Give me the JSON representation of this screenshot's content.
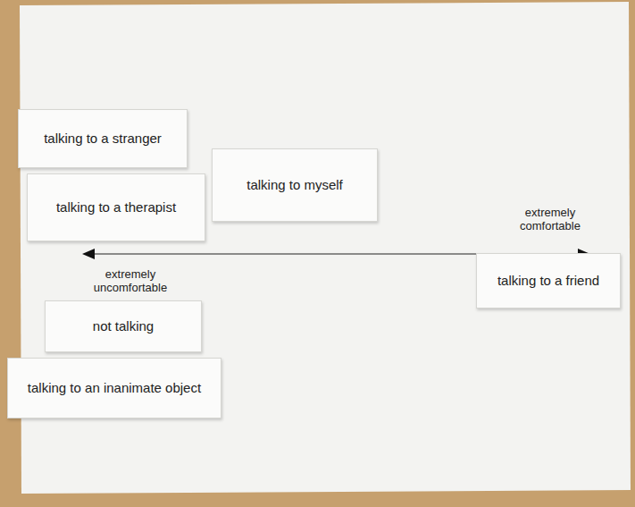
{
  "diagram": {
    "nodes": [
      {
        "text": [
          "talking to a stranger"
        ]
      },
      {
        "text": [
          "talking to myself"
        ]
      },
      {
        "text": [
          "talking to a therapist"
        ]
      },
      {
        "text": [
          "talking to a friend"
        ]
      },
      {
        "text": [
          "not talking"
        ]
      },
      {
        "text": [
          "talking to an inanimate object"
        ]
      }
    ],
    "labels": [
      "extremely comfortable",
      "extremely uncomfortable"
    ]
  }
}
